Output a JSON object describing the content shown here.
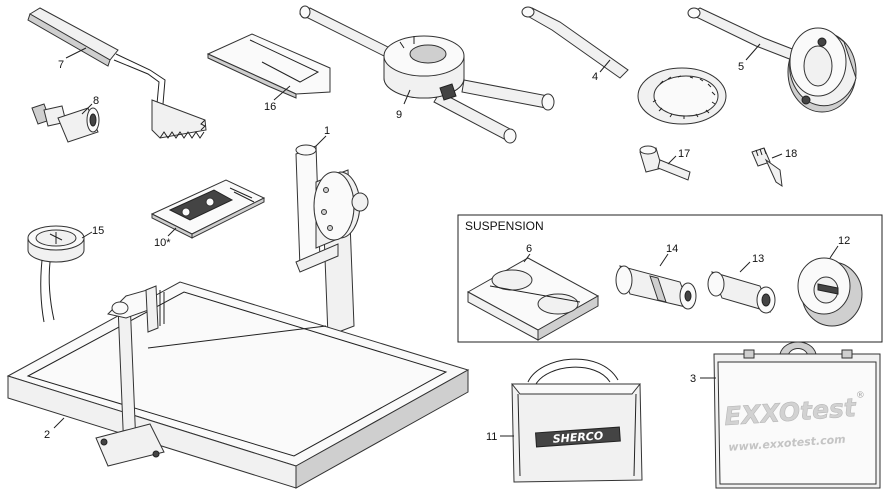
{
  "diagram": {
    "suspension_box": {
      "title": "SUSPENSION"
    },
    "callouts": [
      {
        "id": "1",
        "label": "1"
      },
      {
        "id": "2",
        "label": "2"
      },
      {
        "id": "3",
        "label": "3"
      },
      {
        "id": "4",
        "label": "4"
      },
      {
        "id": "5",
        "label": "5"
      },
      {
        "id": "6",
        "label": "6"
      },
      {
        "id": "7",
        "label": "7"
      },
      {
        "id": "8",
        "label": "8"
      },
      {
        "id": "9",
        "label": "9"
      },
      {
        "id": "10",
        "label": "10*"
      },
      {
        "id": "11",
        "label": "11"
      },
      {
        "id": "12",
        "label": "12"
      },
      {
        "id": "13",
        "label": "13"
      },
      {
        "id": "14",
        "label": "14"
      },
      {
        "id": "15",
        "label": "15"
      },
      {
        "id": "16",
        "label": "16"
      },
      {
        "id": "17",
        "label": "17"
      },
      {
        "id": "18",
        "label": "18"
      }
    ],
    "case_brand": "EXXOtest",
    "case_brand_mark": "®",
    "case_url": "www.exxotest.com",
    "bag_brand": "SHERCO"
  }
}
